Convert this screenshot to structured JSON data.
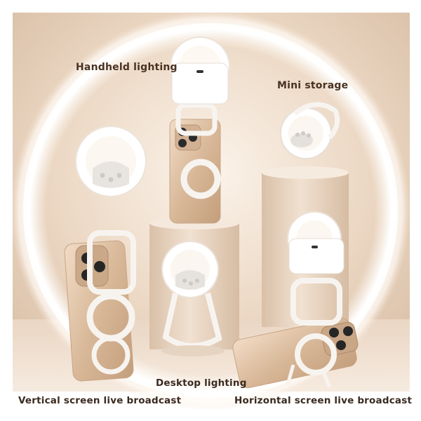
{
  "captions": {
    "handheld": "Handheld lighting",
    "mini": "Mini storage",
    "desktop": "Desktop lighting",
    "vertical": "Vertical screen live broadcast",
    "horizontal": "Horizontal screen live broadcast"
  },
  "colors": {
    "background": "#f1e2d2",
    "halo": "#fffdf9",
    "pedestal": "#e7d2be",
    "ring_light": "#ffffff",
    "phone_gold": "#dcbfa3",
    "caption_text": "#3a2a20"
  },
  "scenes": [
    {
      "name": "handheld",
      "caption_key": "handheld"
    },
    {
      "name": "mini-storage",
      "caption_key": "mini"
    },
    {
      "name": "desktop",
      "caption_key": "desktop"
    },
    {
      "name": "vertical-broadcast",
      "caption_key": "vertical"
    },
    {
      "name": "horizontal-broadcast",
      "caption_key": "horizontal"
    }
  ]
}
